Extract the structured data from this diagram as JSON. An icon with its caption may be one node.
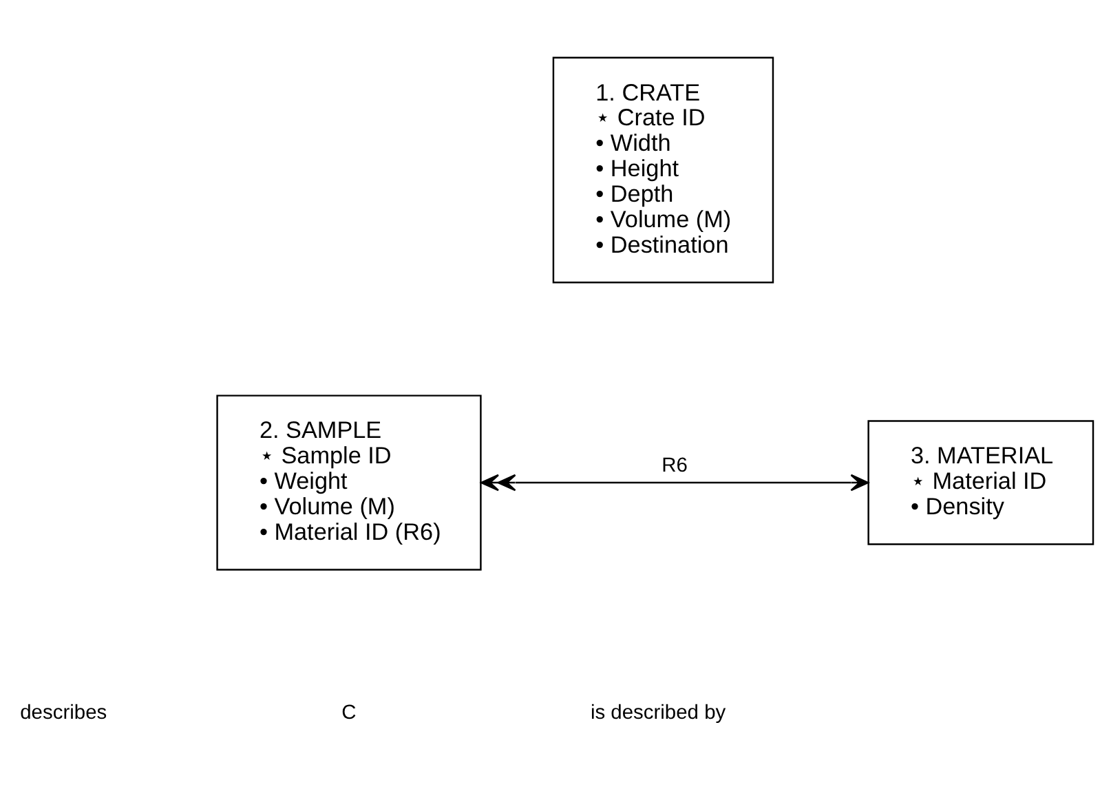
{
  "diagram": {
    "nodes": [
      {
        "text": [
          "1. CRATE",
          "⋆ Crate ID",
          "• Width",
          "• Height",
          "• Depth",
          "• Volume (M)",
          "• Destination"
        ]
      },
      {
        "text": [
          "2. SAMPLE",
          "⋆ Sample ID",
          "• Weight",
          "• Volume (M)",
          "• Material ID (R6)"
        ]
      },
      {
        "text": [
          "3. MATERIAL",
          "⋆ Material ID",
          "• Density"
        ]
      }
    ],
    "edges": [
      {
        "from": 1,
        "to": 2,
        "arrow": "both",
        "label": "R6"
      }
    ],
    "labels": [
      "describes",
      "C",
      "is described by"
    ]
  }
}
